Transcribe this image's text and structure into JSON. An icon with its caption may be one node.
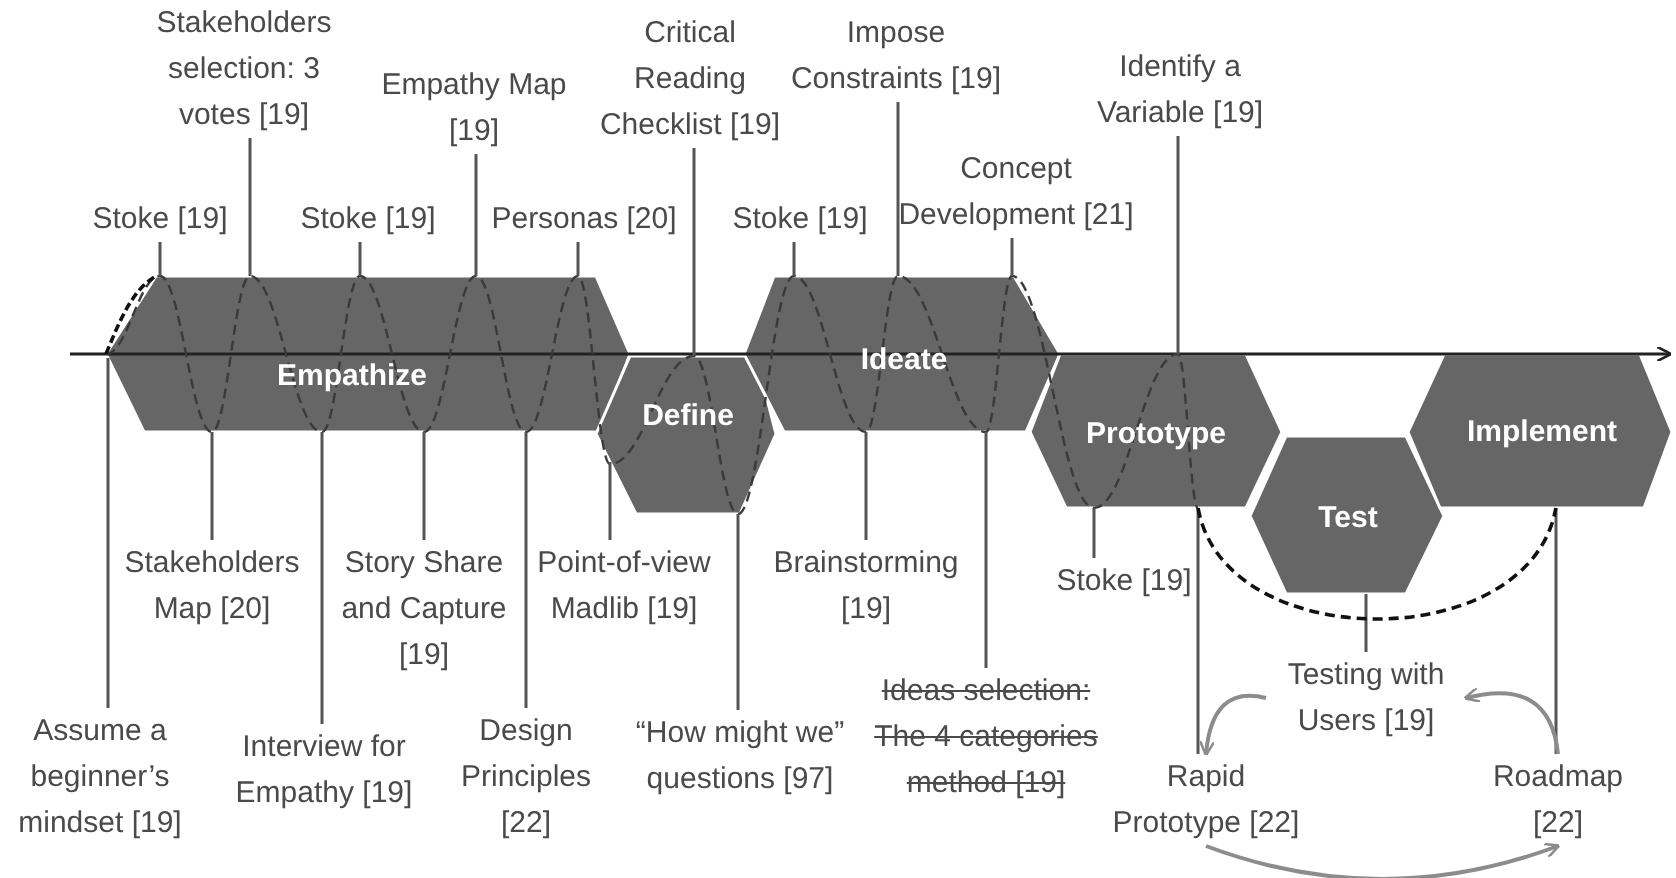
{
  "diagram": {
    "nodes": [
      {
        "text": [
          "Stoke [19]"
        ]
      },
      {
        "text": [
          "Stakeholders selection: 3 votes [19]"
        ]
      },
      {
        "text": [
          "Stoke [19]"
        ]
      },
      {
        "text": [
          "Empathy Map [19]"
        ]
      },
      {
        "text": [
          "Personas [20]"
        ]
      },
      {
        "text": [
          "Critical Reading Checklist [19]"
        ]
      },
      {
        "text": [
          "Stoke [19]"
        ]
      },
      {
        "text": [
          "Impose Constraints [19]"
        ]
      },
      {
        "text": [
          "Concept Development [21]"
        ]
      },
      {
        "text": [
          "Identify a Variable [19]"
        ]
      },
      {
        "text": [
          "Empathize"
        ]
      },
      {
        "text": [
          "Define"
        ]
      },
      {
        "text": [
          "Ideate"
        ]
      },
      {
        "text": [
          "Prototype"
        ]
      },
      {
        "text": [
          "Test"
        ]
      },
      {
        "text": [
          "Implement"
        ]
      },
      {
        "text": [
          "Stakeholders Map [20]"
        ]
      },
      {
        "text": [
          "Story Share and Capture [19]"
        ]
      },
      {
        "text": [
          "Point-of-view Madlib [19]"
        ]
      },
      {
        "text": [
          "Brainstorming [19]"
        ]
      },
      {
        "text": [
          "Stoke [19]"
        ]
      },
      {
        "text": [
          "Assume a beginner’s mindset [19]"
        ]
      },
      {
        "text": [
          "Interview for Empathy [19]"
        ]
      },
      {
        "text": [
          "Design Principles [22]"
        ]
      },
      {
        "text": [
          "“How might we” questions [97]"
        ]
      },
      {
        "text": [
          "Ideas selection: The 4 categories method [19]"
        ]
      },
      {
        "text": [
          "Testing with Users [19]"
        ]
      },
      {
        "text": [
          "Rapid Prototype [22]"
        ]
      },
      {
        "text": [
          "Roadmap [22]"
        ]
      }
    ],
    "edges": [
      {
        "from": 0,
        "to": 10,
        "arrow": "none"
      },
      {
        "from": 1,
        "to": 10,
        "arrow": "none"
      },
      {
        "from": 2,
        "to": 10,
        "arrow": "none"
      },
      {
        "from": 3,
        "to": 10,
        "arrow": "none"
      },
      {
        "from": 4,
        "to": 10,
        "arrow": "none"
      },
      {
        "from": 5,
        "to": 11,
        "arrow": "none"
      },
      {
        "from": 6,
        "to": 12,
        "arrow": "none"
      },
      {
        "from": 7,
        "to": 12,
        "arrow": "none"
      },
      {
        "from": 8,
        "to": 12,
        "arrow": "none"
      },
      {
        "from": 9,
        "to": 13,
        "arrow": "none"
      },
      {
        "from": 16,
        "to": 10,
        "arrow": "none"
      },
      {
        "from": 17,
        "to": 10,
        "arrow": "none"
      },
      {
        "from": 18,
        "to": 11,
        "arrow": "none"
      },
      {
        "from": 19,
        "to": 12,
        "arrow": "none"
      },
      {
        "from": 20,
        "to": 13,
        "arrow": "none"
      },
      {
        "from": 21,
        "to": 10,
        "arrow": "none"
      },
      {
        "from": 22,
        "to": 10,
        "arrow": "none"
      },
      {
        "from": 23,
        "to": 10,
        "arrow": "none"
      },
      {
        "from": 24,
        "to": 11,
        "arrow": "none"
      },
      {
        "from": 25,
        "to": 12,
        "arrow": "none"
      },
      {
        "from": 26,
        "to": 14,
        "arrow": "none"
      },
      {
        "from": 27,
        "to": 13,
        "arrow": "none"
      },
      {
        "from": 28,
        "to": 15,
        "arrow": "none"
      },
      {
        "from": 26,
        "to": 27,
        "arrow": "to",
        "color": "#8c8c8c"
      },
      {
        "from": 28,
        "to": 26,
        "arrow": "to",
        "color": "#8c8c8c"
      },
      {
        "from": 27,
        "to": 28,
        "arrow": "to",
        "color": "#8c8c8c"
      },
      {
        "from": 13,
        "to": 15,
        "arrow": "none",
        "style": "dashed",
        "color": "#111111"
      }
    ]
  }
}
